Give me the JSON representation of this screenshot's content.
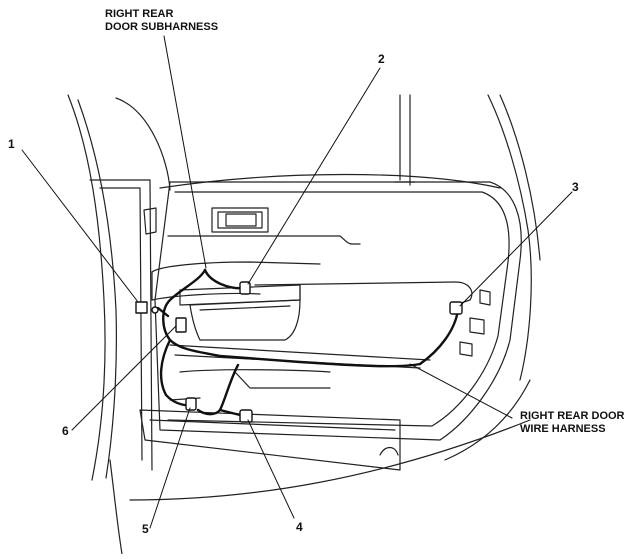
{
  "labels": {
    "subharness_line1": "RIGHT REAR",
    "subharness_line2": "DOOR SUBHARNESS",
    "wire_harness_line1": "RIGHT REAR DOOR",
    "wire_harness_line2": "WIRE HARNESS"
  },
  "callouts": [
    "1",
    "2",
    "3",
    "4",
    "5",
    "6"
  ],
  "colors": {
    "ink": "#111111",
    "paper": "#ffffff"
  }
}
